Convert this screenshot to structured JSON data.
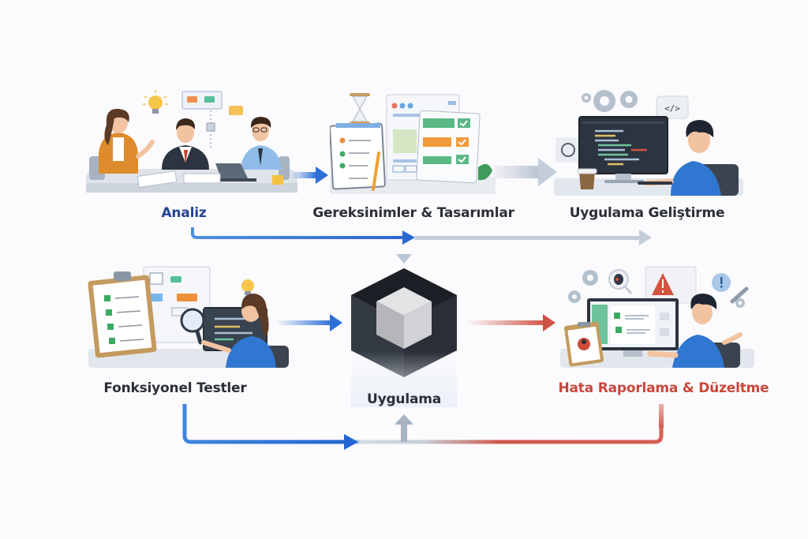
{
  "diagram": {
    "title": "",
    "colors": {
      "background": "#fbfafc",
      "blue_accent": "#2e6fd6",
      "red_accent": "#cf5246",
      "neutral_arrow": "#c3ccd9",
      "label_dark": "#2b2f36",
      "label_blue": "#23448f",
      "label_red": "#c9473c",
      "cube_dark": "#2b3038"
    },
    "stages": [
      {
        "id": "analiz",
        "label": "Analiz",
        "icon": "team-meeting-illustration",
        "color": "#23448f"
      },
      {
        "id": "gereksinimler",
        "label": "Gereksinimler & Tasarımlar",
        "icon": "requirements-documents-illustration",
        "color": "#2b2f36"
      },
      {
        "id": "gelistirme",
        "label": "Uygulama Geliştirme",
        "icon": "developer-coding-illustration",
        "color": "#2b2f36"
      },
      {
        "id": "testler",
        "label": "Fonksiyonel Testler",
        "icon": "tester-magnifier-illustration",
        "color": "#2b2f36"
      },
      {
        "id": "uygulama",
        "label": "Uygulama",
        "icon": "application-cube-icon",
        "color": "#2b2f36"
      },
      {
        "id": "hata",
        "label": "Hata Raporlama & Düzeltme",
        "icon": "bug-fixing-illustration",
        "color": "#c9473c"
      }
    ],
    "flows": [
      {
        "from": "analiz",
        "to": "gereksinimler",
        "style": "blue"
      },
      {
        "from": "gereksinimler",
        "to": "gelistirme",
        "style": "neutral"
      },
      {
        "from": "analiz",
        "to": "uygulama",
        "style": "blue-to-neutral",
        "path": "bottom-loop-top"
      },
      {
        "from": "testler",
        "to": "uygulama",
        "style": "blue"
      },
      {
        "from": "uygulama",
        "to": "hata",
        "style": "red"
      },
      {
        "from": "testler",
        "to": "uygulama",
        "style": "blue-loop-bottom"
      },
      {
        "from": "hata",
        "to": "uygulama",
        "style": "red-loop-bottom"
      }
    ],
    "code_symbol": "</>"
  }
}
